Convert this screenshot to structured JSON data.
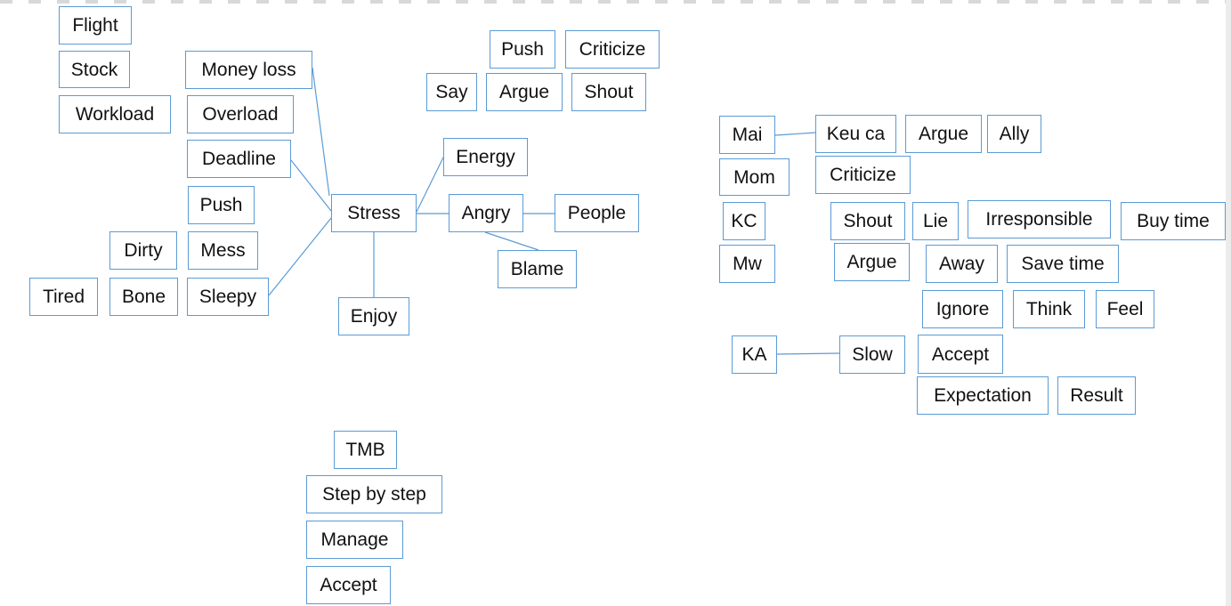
{
  "nodes": {
    "flight": "Flight",
    "stock": "Stock",
    "workload": "Workload",
    "money_loss": "Money loss",
    "overload": "Overload",
    "deadline": "Deadline",
    "push_left": "Push",
    "dirty": "Dirty",
    "mess": "Mess",
    "tired": "Tired",
    "bone": "Bone",
    "sleepy": "Sleepy",
    "stress": "Stress",
    "enjoy": "Enjoy",
    "energy": "Energy",
    "angry": "Angry",
    "people": "People",
    "blame": "Blame",
    "push_top": "Push",
    "criticize_top": "Criticize",
    "say": "Say",
    "argue_top": "Argue",
    "shout_top": "Shout",
    "tmb": "TMB",
    "step_by_step": "Step by step",
    "manage": "Manage",
    "accept_bottom": "Accept",
    "mai": "Mai",
    "keu_ca": "Keu ca",
    "argue_mai": "Argue",
    "ally": "Ally",
    "mom": "Mom",
    "criticize_mom": "Criticize",
    "kc": "KC",
    "shout_right": "Shout",
    "lie": "Lie",
    "irresponsible": "Irresponsible",
    "buy_time": "Buy time",
    "mw": "Mw",
    "argue_mw": "Argue",
    "away": "Away",
    "save_time": "Save time",
    "ignore": "Ignore",
    "think": "Think",
    "feel": "Feel",
    "ka": "KA",
    "slow": "Slow",
    "accept_ka": "Accept",
    "expectation": "Expectation",
    "result": "Result"
  },
  "links": [
    [
      "money_loss",
      "stress"
    ],
    [
      "deadline",
      "stress"
    ],
    [
      "sleepy",
      "stress"
    ],
    [
      "stress",
      "enjoy"
    ],
    [
      "stress",
      "energy"
    ],
    [
      "stress",
      "angry"
    ],
    [
      "angry",
      "people"
    ],
    [
      "angry",
      "blame"
    ],
    [
      "mai",
      "keu_ca"
    ],
    [
      "ka",
      "slow"
    ]
  ],
  "colors": {
    "border": "#5b9bd5",
    "line": "#5b9bd5",
    "text": "#111111"
  }
}
